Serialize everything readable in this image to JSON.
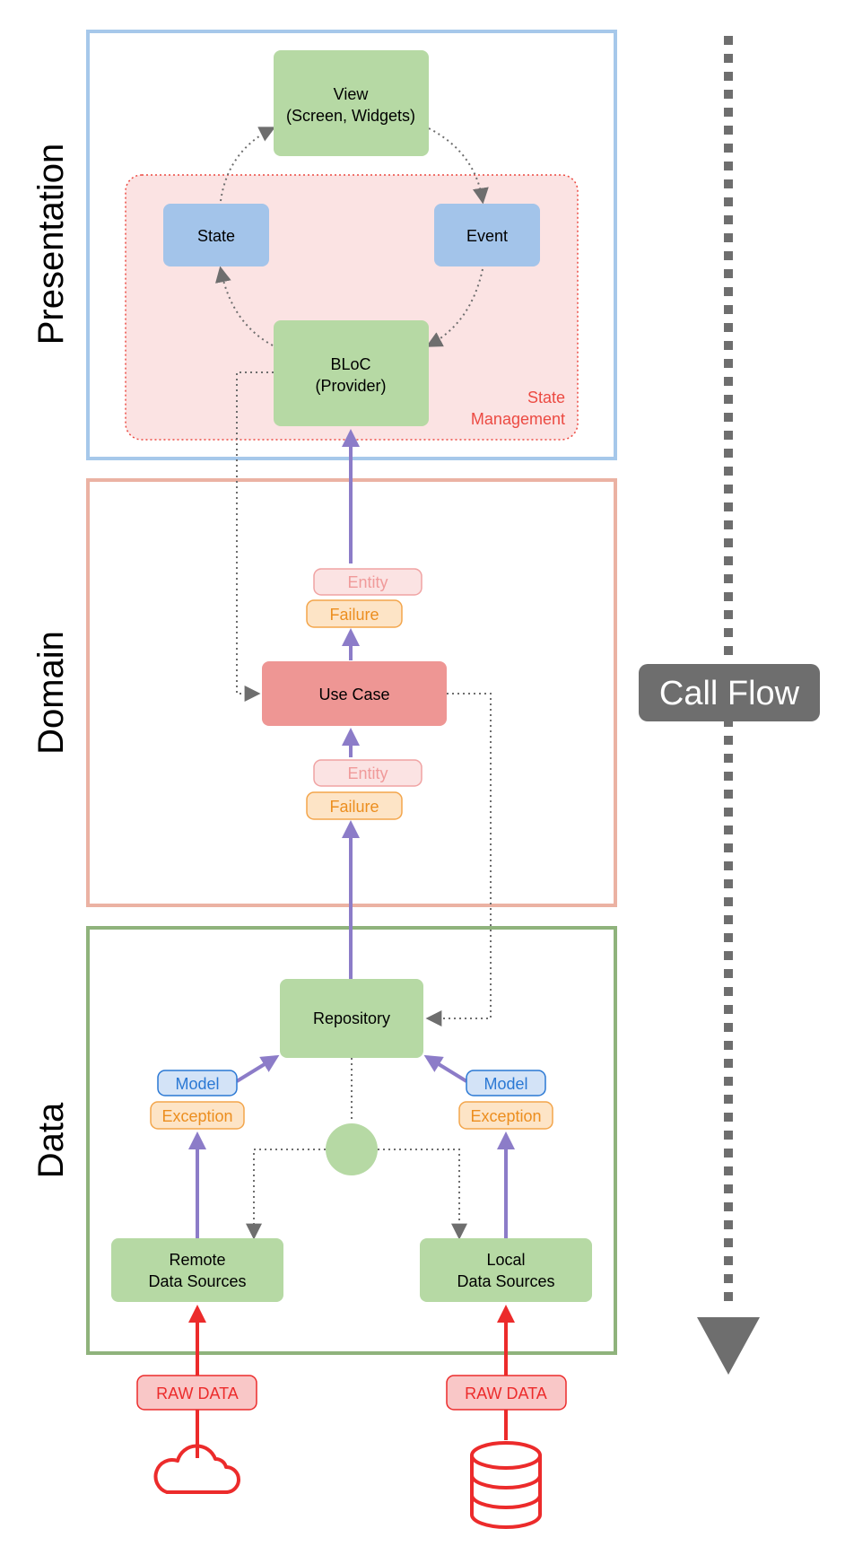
{
  "layers": {
    "presentation": "Presentation",
    "domain": "Domain",
    "data": "Data"
  },
  "state_management": {
    "line1": "State",
    "line2": "Management"
  },
  "nodes": {
    "view": {
      "line1": "View",
      "line2": "(Screen, Widgets)"
    },
    "state": "State",
    "event": "Event",
    "bloc": {
      "line1": "BLoC",
      "line2": "(Provider)"
    },
    "use_case": "Use Case",
    "repository": "Repository",
    "remote": {
      "line1": "Remote",
      "line2": "Data Sources"
    },
    "local": {
      "line1": "Local",
      "line2": "Data Sources"
    }
  },
  "tags": {
    "entity": "Entity",
    "failure": "Failure",
    "model": "Model",
    "exception": "Exception",
    "raw_data": "RAW DATA"
  },
  "call_flow": "Call Flow",
  "icons": [
    "cloud-icon",
    "database-icon"
  ],
  "colors": {
    "presentation_border": "#a6c8ea",
    "domain_border": "#ebb2a3",
    "data_border": "#8fb37c",
    "green_box": "#b6d9a4",
    "blue_box": "#a3c4ea",
    "use_case": "#ee9694",
    "state_mgmt_fill": "#fbe3e3",
    "state_mgmt_text": "#ec4a42",
    "purple_arrow": "#8c7cc8",
    "red_arrow": "#ec2b2b",
    "call_flow_bg": "#6e6e6e"
  }
}
